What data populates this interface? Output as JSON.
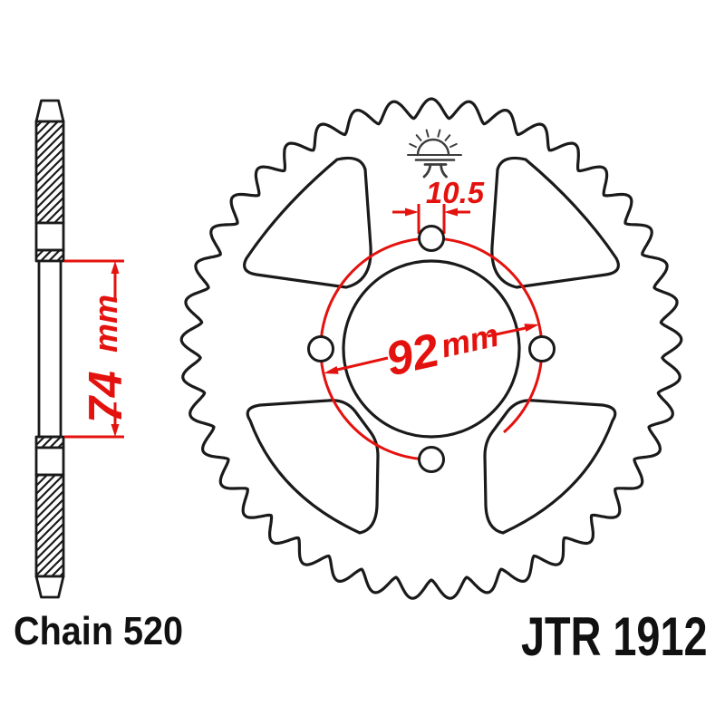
{
  "part": {
    "part_number": "JTR 1912",
    "chain_label": "Chain 520"
  },
  "sprocket": {
    "teeth": 41,
    "bolt_holes": 4
  },
  "dimensions": {
    "bolt_circle_value": "92",
    "bolt_circle_unit": "mm",
    "bolt_hole_diameter": "10.5",
    "bore_value": "74",
    "bore_unit": "mm"
  },
  "logo": {
    "name": "jt-rising-sun-logo"
  },
  "colors": {
    "annotation_red": "#e4120e",
    "line_black": "#1a1a1a",
    "logo_gray": "#3c3c3c"
  }
}
